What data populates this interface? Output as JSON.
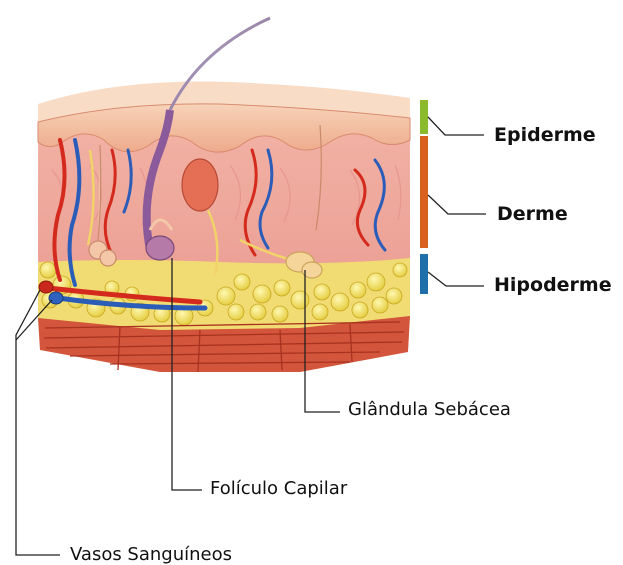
{
  "layers": {
    "epidermis": {
      "label": "Epiderme",
      "color": "#8bbb2d"
    },
    "dermis": {
      "label": "Derme",
      "color": "#d8621b"
    },
    "hypodermis": {
      "label": "Hipoderme",
      "color": "#1f6fa8"
    }
  },
  "structures": {
    "sebaceous_gland": {
      "label": "Glândula Sebácea"
    },
    "hair_follicle": {
      "label": "Folículo Capilar"
    },
    "blood_vessels": {
      "label": "Vasos Sanguíneos"
    }
  }
}
